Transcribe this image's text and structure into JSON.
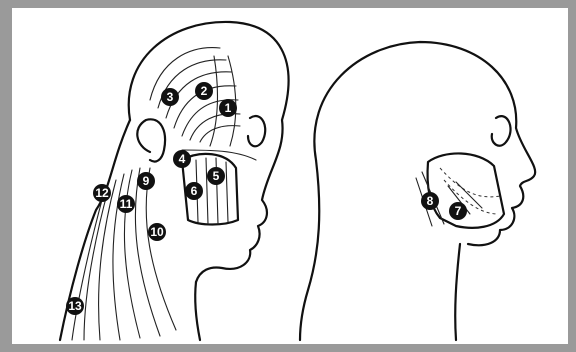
{
  "colors": {
    "background": "#9a9a9a",
    "panel": "#ffffff",
    "ink": "#111111",
    "badge_text": "#ffffff"
  },
  "labels": [
    "1",
    "2",
    "3",
    "4",
    "5",
    "6",
    "7",
    "8",
    "9",
    "10",
    "11",
    "12",
    "13"
  ]
}
